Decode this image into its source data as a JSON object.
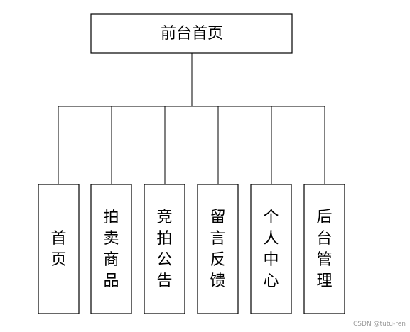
{
  "root": {
    "label": "前台首页"
  },
  "children": [
    {
      "label": "首页"
    },
    {
      "label": "拍卖商品"
    },
    {
      "label": "竞拍公告"
    },
    {
      "label": "留言反馈"
    },
    {
      "label": "个人中心"
    },
    {
      "label": "后台管理"
    }
  ],
  "watermark": "CSDN @tutu-ren"
}
